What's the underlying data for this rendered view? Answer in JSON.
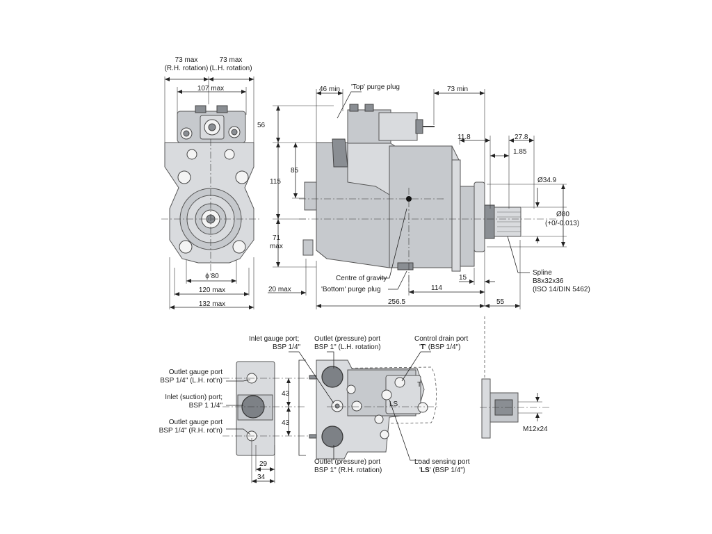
{
  "labels": {
    "rh_rotation_max": "73 max",
    "rh_rotation_note": "(R.H. rotation)",
    "lh_rotation_max": "73 max",
    "lh_rotation_note": "(L.H. rotation)",
    "width_107": "107 max",
    "width_120": "120 max",
    "width_132": "132 max",
    "pilot_dia": "ϕ 80",
    "dim_46": "46 min",
    "top_purge": "'Top' purge plug",
    "dim_73_min": "73 min",
    "dim_56": "56",
    "dim_85": "85",
    "dim_115": "115",
    "dim_71": "71",
    "dim_71_max": "max",
    "dim_11_8": "11.8",
    "dim_27_8": "27.8",
    "dim_1_85": "1.85",
    "dia_34_9": "Ø34.9",
    "dia_80": "Ø80",
    "dia_80_tol": "(+0/-0.013)",
    "centre_gravity": "Centre of gravity",
    "bottom_purge": "'Bottom' purge plug",
    "dim_20": "20 max",
    "dim_114": "114",
    "dim_15": "15",
    "dim_256_5": "256.5",
    "dim_55": "55",
    "spline_1": "Spline",
    "spline_2": "B8x32x36",
    "spline_3": "(ISO 14/DIN 5462)",
    "inlet_gauge_1": "Inlet gauge port;",
    "inlet_gauge_2": "BSP 1/4\"",
    "outlet_lh_1": "Outlet (pressure) port",
    "outlet_lh_2": "BSP 1\" (L.H. rotation)",
    "control_drain_1": "Control drain port",
    "control_drain_2_prefix": "'",
    "control_drain_2_bold": "T",
    "control_drain_2_suffix": "' (BSP 1/4\")",
    "outlet_gauge_lh_1": "Outlet gauge port",
    "outlet_gauge_lh_2": "BSP 1/4\" (L.H. rot'n)",
    "inlet_suction_1": "Inlet (suction) port;",
    "inlet_suction_2": "BSP 1 1/4\"",
    "outlet_gauge_rh_1": "Outlet gauge port",
    "outlet_gauge_rh_2": "BSP 1/4\" (R.H. rot'n)",
    "dim_43_a": "43",
    "dim_43_b": "43",
    "dim_29": "29",
    "dim_34": "34",
    "outlet_rh_1": "Outlet (pressure) port",
    "outlet_rh_2": "BSP 1\" (R.H. rotation)",
    "load_sensing_1": "Load sensing port",
    "load_sensing_2_prefix": "'",
    "load_sensing_2_bold": "LS",
    "load_sensing_2_suffix": "' (BSP 1/4\")",
    "thread": "M12x24",
    "mark_t": "T",
    "mark_ls": "LS"
  }
}
